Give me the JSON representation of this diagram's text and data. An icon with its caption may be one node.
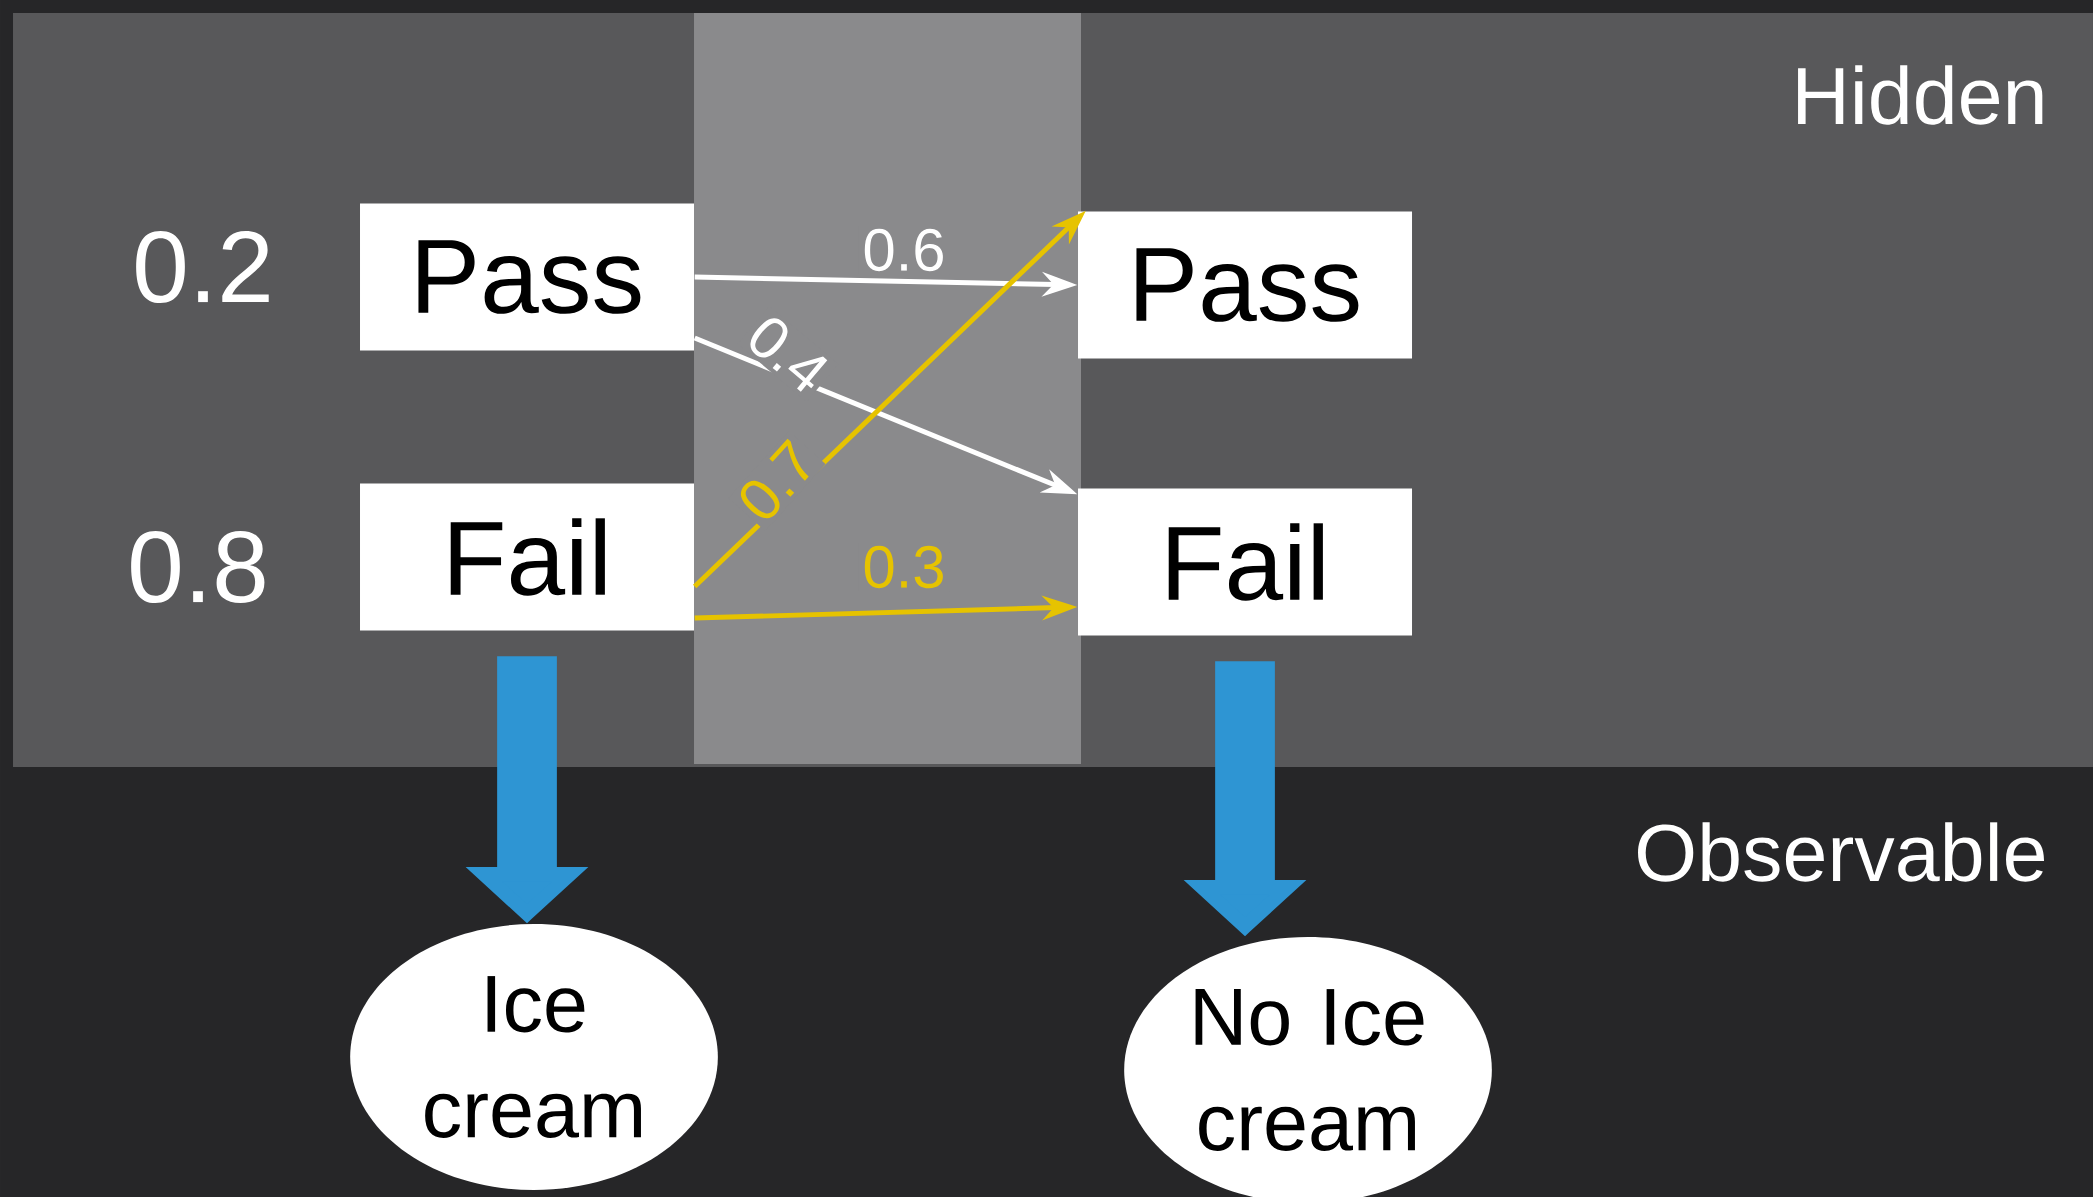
{
  "diagram": {
    "nodes": [
      {
        "text": [
          "Pass"
        ],
        "beside": [
          "0.2"
        ]
      },
      {
        "text": [
          "Fail"
        ],
        "beside": [
          "0.8"
        ]
      },
      {
        "text": [
          "Pass"
        ]
      },
      {
        "text": [
          "Fail"
        ]
      },
      {
        "text": [
          "Ice cream"
        ]
      },
      {
        "text": [
          "No Ice cream"
        ]
      }
    ],
    "edges": [
      {
        "from": 0,
        "to": 2,
        "arrow": "to",
        "label": "0.6",
        "color": "#ffffff"
      },
      {
        "from": 0,
        "to": 3,
        "arrow": "to",
        "label": "0.4",
        "color": "#ffffff"
      },
      {
        "from": 1,
        "to": 2,
        "arrow": "to",
        "label": "0.7",
        "color": "#e6c300"
      },
      {
        "from": 1,
        "to": 3,
        "arrow": "to",
        "label": "0.3",
        "color": "#e6c300"
      },
      {
        "from": 1,
        "to": 4,
        "arrow": "to",
        "style": "thick",
        "color": "#2e95d3"
      },
      {
        "from": 3,
        "to": 5,
        "arrow": "to",
        "style": "thick",
        "color": "#2e95d3"
      }
    ],
    "labels": [
      "Hidden",
      "Observable"
    ]
  }
}
